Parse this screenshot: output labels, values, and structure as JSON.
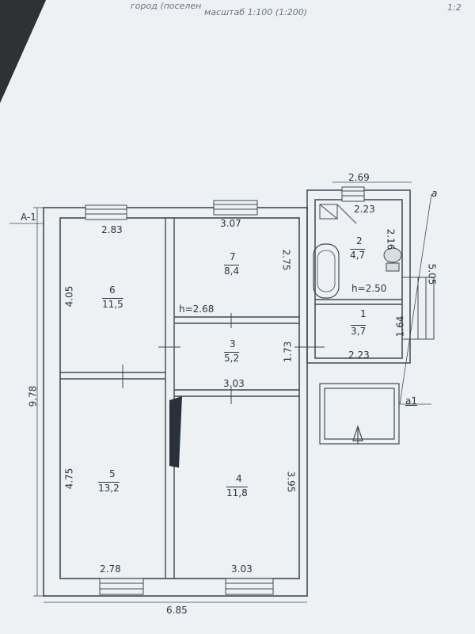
{
  "header": {
    "line1": "город (поселен",
    "line2": "масштаб 1:100 (1:200)",
    "corner": "1:2"
  },
  "plan": {
    "section_mark": "A-1",
    "note_mark": "а",
    "porch_mark": "а1",
    "overall_width": "6.85",
    "overall_height": "9.78",
    "annex_width": "2.69",
    "annex_height": "5.05",
    "rooms": [
      {
        "no": "1",
        "area": "3,7"
      },
      {
        "no": "2",
        "area": "4,7"
      },
      {
        "no": "3",
        "area": "5,2"
      },
      {
        "no": "4",
        "area": "11,8"
      },
      {
        "no": "5",
        "area": "13,2"
      },
      {
        "no": "6",
        "area": "11,5"
      },
      {
        "no": "7",
        "area": "8,4"
      }
    ],
    "dims": {
      "room6_width": "2.83",
      "room6_height": "4.05",
      "room7_width": "3.07",
      "room7_height": "2.75",
      "ceiling_h_main": "h=2.68",
      "room3_height": "1.73",
      "room3_width": "3.03",
      "room5_height": "4.75",
      "room5_width": "2.78",
      "room4_width": "3.03",
      "room4_height": "3.95",
      "room2_width": "2.23",
      "room2_height": "2.16",
      "ceiling_h_annex": "h=2.50",
      "room1_height": "1.64",
      "room1_width": "2.23"
    }
  }
}
